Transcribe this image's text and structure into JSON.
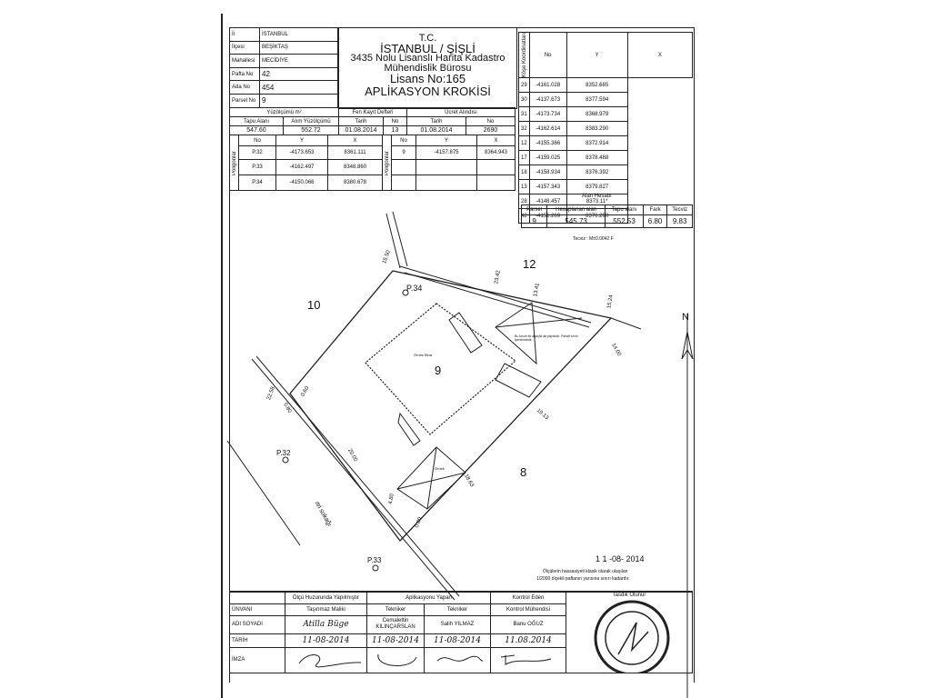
{
  "location": {
    "rows": [
      {
        "label": "İl",
        "value": "İSTANBUL"
      },
      {
        "label": "İlçesi",
        "value": "BEŞİKTAŞ"
      },
      {
        "label": "Mahallesi",
        "value": "MECİDİYE"
      },
      {
        "label": "Pafta No",
        "value": "42"
      },
      {
        "label": "Ada No",
        "value": "454"
      },
      {
        "label": "Parsel No",
        "value": "9"
      }
    ]
  },
  "title": {
    "line1": "T.C.",
    "line2": "İSTANBUL / ŞİŞLİ",
    "line3": "3435 Nolu Lisanslı Harita Kadastro",
    "line4": "Mühendislik Bürosu",
    "line5": "Lisans No:165",
    "line6": "APLİKASYON KROKİSİ"
  },
  "area_info": {
    "area_header": "Yüzölçümü m²",
    "fen_header": "Fen Kayıt Defteri",
    "ucret_header": "Ücret Alındısı",
    "cols": [
      "Tapu Alanı",
      "Alım Yüzölçümü",
      "Tarih",
      "No",
      "Tarih",
      "No"
    ],
    "values": [
      "547.60",
      "552.72",
      "01.08.2014",
      "13",
      "01.08.2014",
      "2690"
    ]
  },
  "polygons": {
    "label": "Poligonlar",
    "cols": [
      "No",
      "Y",
      "X"
    ],
    "rows": [
      [
        "P.32",
        "-4173.653",
        "8361.111"
      ],
      [
        "P.33",
        "-4162.497",
        "8348.860"
      ],
      [
        "P.34",
        "-4150.066",
        "8380.678"
      ]
    ],
    "rows2": [
      [
        "9",
        "-4157.875",
        "8364.943"
      ]
    ]
  },
  "corners": {
    "label": "Köşe Koordinatları",
    "cols": [
      "No",
      "Y",
      "X"
    ],
    "rows": [
      [
        "29",
        "-4161.028",
        "8352.685"
      ],
      [
        "30",
        "-4137.673",
        "8377.594"
      ],
      [
        "31",
        "-4173.734",
        "8368.979"
      ],
      [
        "32",
        "-4162.614",
        "8383.290"
      ],
      [
        "12",
        "-4155.366",
        "8372.914"
      ],
      [
        "17",
        "-4159.025",
        "8378.488"
      ],
      [
        "18",
        "-4158.934",
        "8376.392"
      ],
      [
        "13",
        "-4157.343",
        "8379.827"
      ],
      [
        "28",
        "-4148.457",
        "8373.11*"
      ],
      [
        "42",
        "-4151.269",
        "8376.290"
      ]
    ]
  },
  "area_calc": {
    "title": "Alan Hesabı",
    "cols": [
      "Parsel",
      "Hesaplanan alan",
      "Tapu alanı",
      "Fark",
      "Tecviz"
    ],
    "values": [
      "9",
      "545.73",
      "552.53",
      "6.80",
      "9.83"
    ],
    "tecviz_note": "Tecviz : M±0.0042 F"
  },
  "drawing": {
    "parcels": [
      "10",
      "12",
      "9",
      "8"
    ],
    "points": [
      "P.34",
      "P.32",
      "P.33"
    ],
    "street": "ıtri sokağı",
    "building": "Örnek Bina",
    "annex": "Örnek",
    "north": "N",
    "annex_note": "Bu kısım ek ağaçlık alt yapısıdır. Parsel sınırı içerisindedir.",
    "dims": [
      "15.50",
      "23.42",
      "13.41",
      "15.24",
      "14.00",
      "19.13",
      "18.63",
      "4.80",
      "0.80",
      "20.00",
      "22.58",
      "0.80",
      "0.60"
    ]
  },
  "date_stamp": "1 1 -08- 2014",
  "precision_note": {
    "line1": "Ölçülerin hassasiyeti klasik olarak ulaşılan",
    "line2": "1/2000 ölçekli paftanın yarısına sınırı kadardır."
  },
  "signatures": {
    "groups": [
      "Ölçü Huzurunda Yapılmıştır",
      "Aplikasyonu Yapan",
      "Kontrol Eden",
      "Tasdik Olunur"
    ],
    "row_labels": [
      "ÜNVANI",
      "ADI SOYADI",
      "TARİH",
      "İMZA"
    ],
    "titles": [
      "Taşınmaz Maliki",
      "Tekniker",
      "Tekniker",
      "Kontrol Mühendisi"
    ],
    "names": [
      "Atilla Büge",
      "Cemalettin KILINÇARSLAN",
      "Salih YILMAZ",
      "Banu OĞUZ"
    ],
    "dates": [
      "11-08-2014",
      "11-08-2014",
      "11-08-2014",
      "11.08.2014"
    ]
  }
}
